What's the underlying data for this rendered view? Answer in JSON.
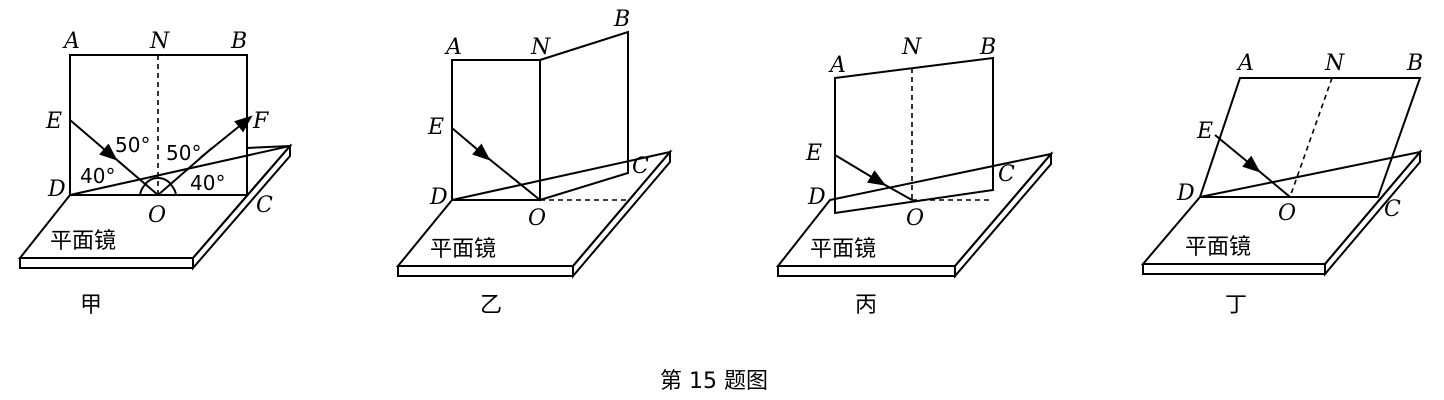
{
  "caption": "第 15 题图",
  "mirror_label": "平面镜",
  "panels": [
    {
      "name": "甲",
      "labels": {
        "A": "A",
        "N": "N",
        "B": "B",
        "E": "E",
        "F": "F",
        "D": "D",
        "O": "O",
        "C": "C"
      },
      "angles": {
        "incidence": "50°",
        "reflection": "50°",
        "left_glancing": "40°",
        "right_glancing": "40°"
      }
    },
    {
      "name": "乙",
      "labels": {
        "A": "A",
        "N": "N",
        "B": "B",
        "E": "E",
        "D": "D",
        "O": "O",
        "C": "C"
      }
    },
    {
      "name": "丙",
      "labels": {
        "A": "A",
        "N": "N",
        "B": "B",
        "E": "E",
        "D": "D",
        "O": "O",
        "C": "C"
      }
    },
    {
      "name": "丁",
      "labels": {
        "A": "A",
        "N": "N",
        "B": "B",
        "E": "E",
        "D": "D",
        "O": "O",
        "C": "C"
      }
    }
  ]
}
